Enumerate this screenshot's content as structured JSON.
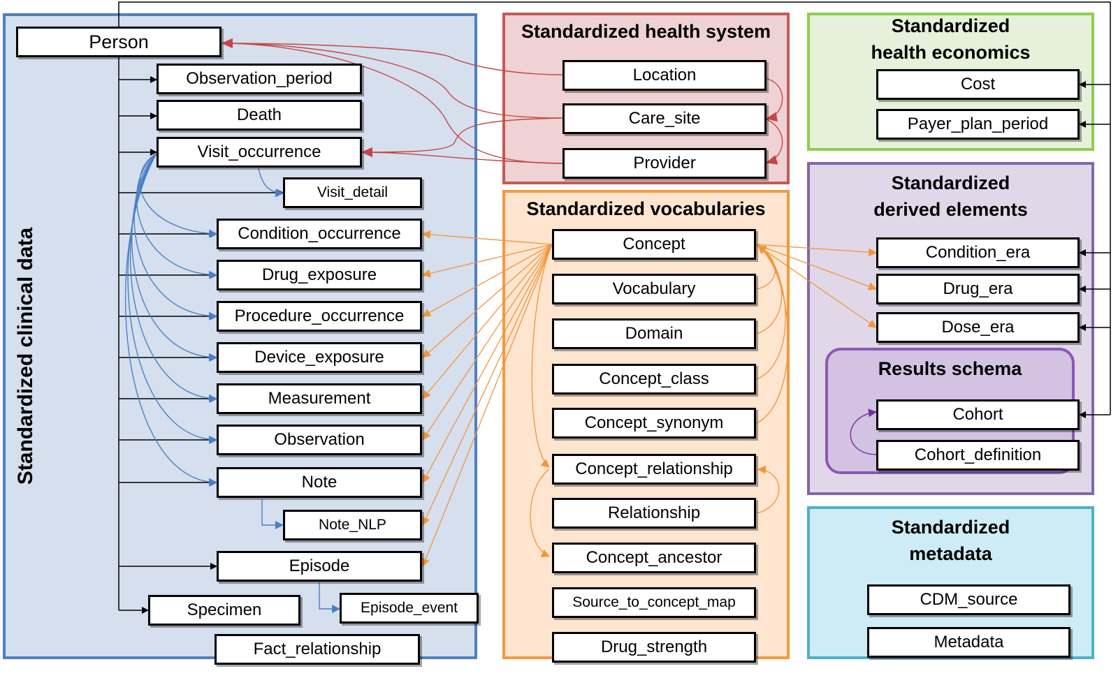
{
  "colors": {
    "clinical_border": "#4f7fc0",
    "clinical_fill": "#d5dfee",
    "health_system_border": "#c55a58",
    "health_system_fill": "#efd2d3",
    "economics_border": "#8ece4f",
    "economics_fill": "#e6f1db",
    "vocab_border": "#f39a40",
    "vocab_fill": "#fde5d0",
    "derived_border": "#8366a8",
    "derived_fill": "#e0d8e8",
    "results_border": "#8b58b6",
    "results_fill": "#d3c2e1",
    "metadata_border": "#4eb1c8",
    "metadata_fill": "#cdecf6",
    "blue_arrow": "#4a7fc6",
    "red_arrow": "#c44644",
    "orange_arrow": "#f29539",
    "purple_arrow": "#7030a0",
    "black_line": "#000000"
  },
  "panels": {
    "clinical": {
      "title": "Standardized clinical data"
    },
    "health_system": {
      "title": "Standardized health system"
    },
    "economics": {
      "title": "Standardized\nhealth economics"
    },
    "vocabularies": {
      "title": "Standardized vocabularies"
    },
    "derived": {
      "title": "Standardized\nderived elements"
    },
    "results": {
      "title": "Results schema"
    },
    "metadata": {
      "title": "Standardized\nmetadata"
    }
  },
  "tables": {
    "person": "Person",
    "observation_period": "Observation_period",
    "death": "Death",
    "visit_occurrence": "Visit_occurrence",
    "visit_detail": "Visit_detail",
    "condition_occurrence": "Condition_occurrence",
    "drug_exposure": "Drug_exposure",
    "procedure_occurrence": "Procedure_occurrence",
    "device_exposure": "Device_exposure",
    "measurement": "Measurement",
    "observation": "Observation",
    "note": "Note",
    "note_nlp": "Note_NLP",
    "episode": "Episode",
    "episode_event": "Episode_event",
    "specimen": "Specimen",
    "fact_relationship": "Fact_relationship",
    "location": "Location",
    "care_site": "Care_site",
    "provider": "Provider",
    "cost": "Cost",
    "payer_plan_period": "Payer_plan_period",
    "concept": "Concept",
    "vocabulary": "Vocabulary",
    "domain": "Domain",
    "concept_class": "Concept_class",
    "concept_synonym": "Concept_synonym",
    "concept_relationship": "Concept_relationship",
    "relationship": "Relationship",
    "concept_ancestor": "Concept_ancestor",
    "source_to_concept_map": "Source_to_concept_map",
    "drug_strength": "Drug_strength",
    "condition_era": "Condition_era",
    "drug_era": "Drug_era",
    "dose_era": "Dose_era",
    "cohort": "Cohort",
    "cohort_definition": "Cohort_definition",
    "cdm_source": "CDM_source",
    "metadata": "Metadata"
  }
}
